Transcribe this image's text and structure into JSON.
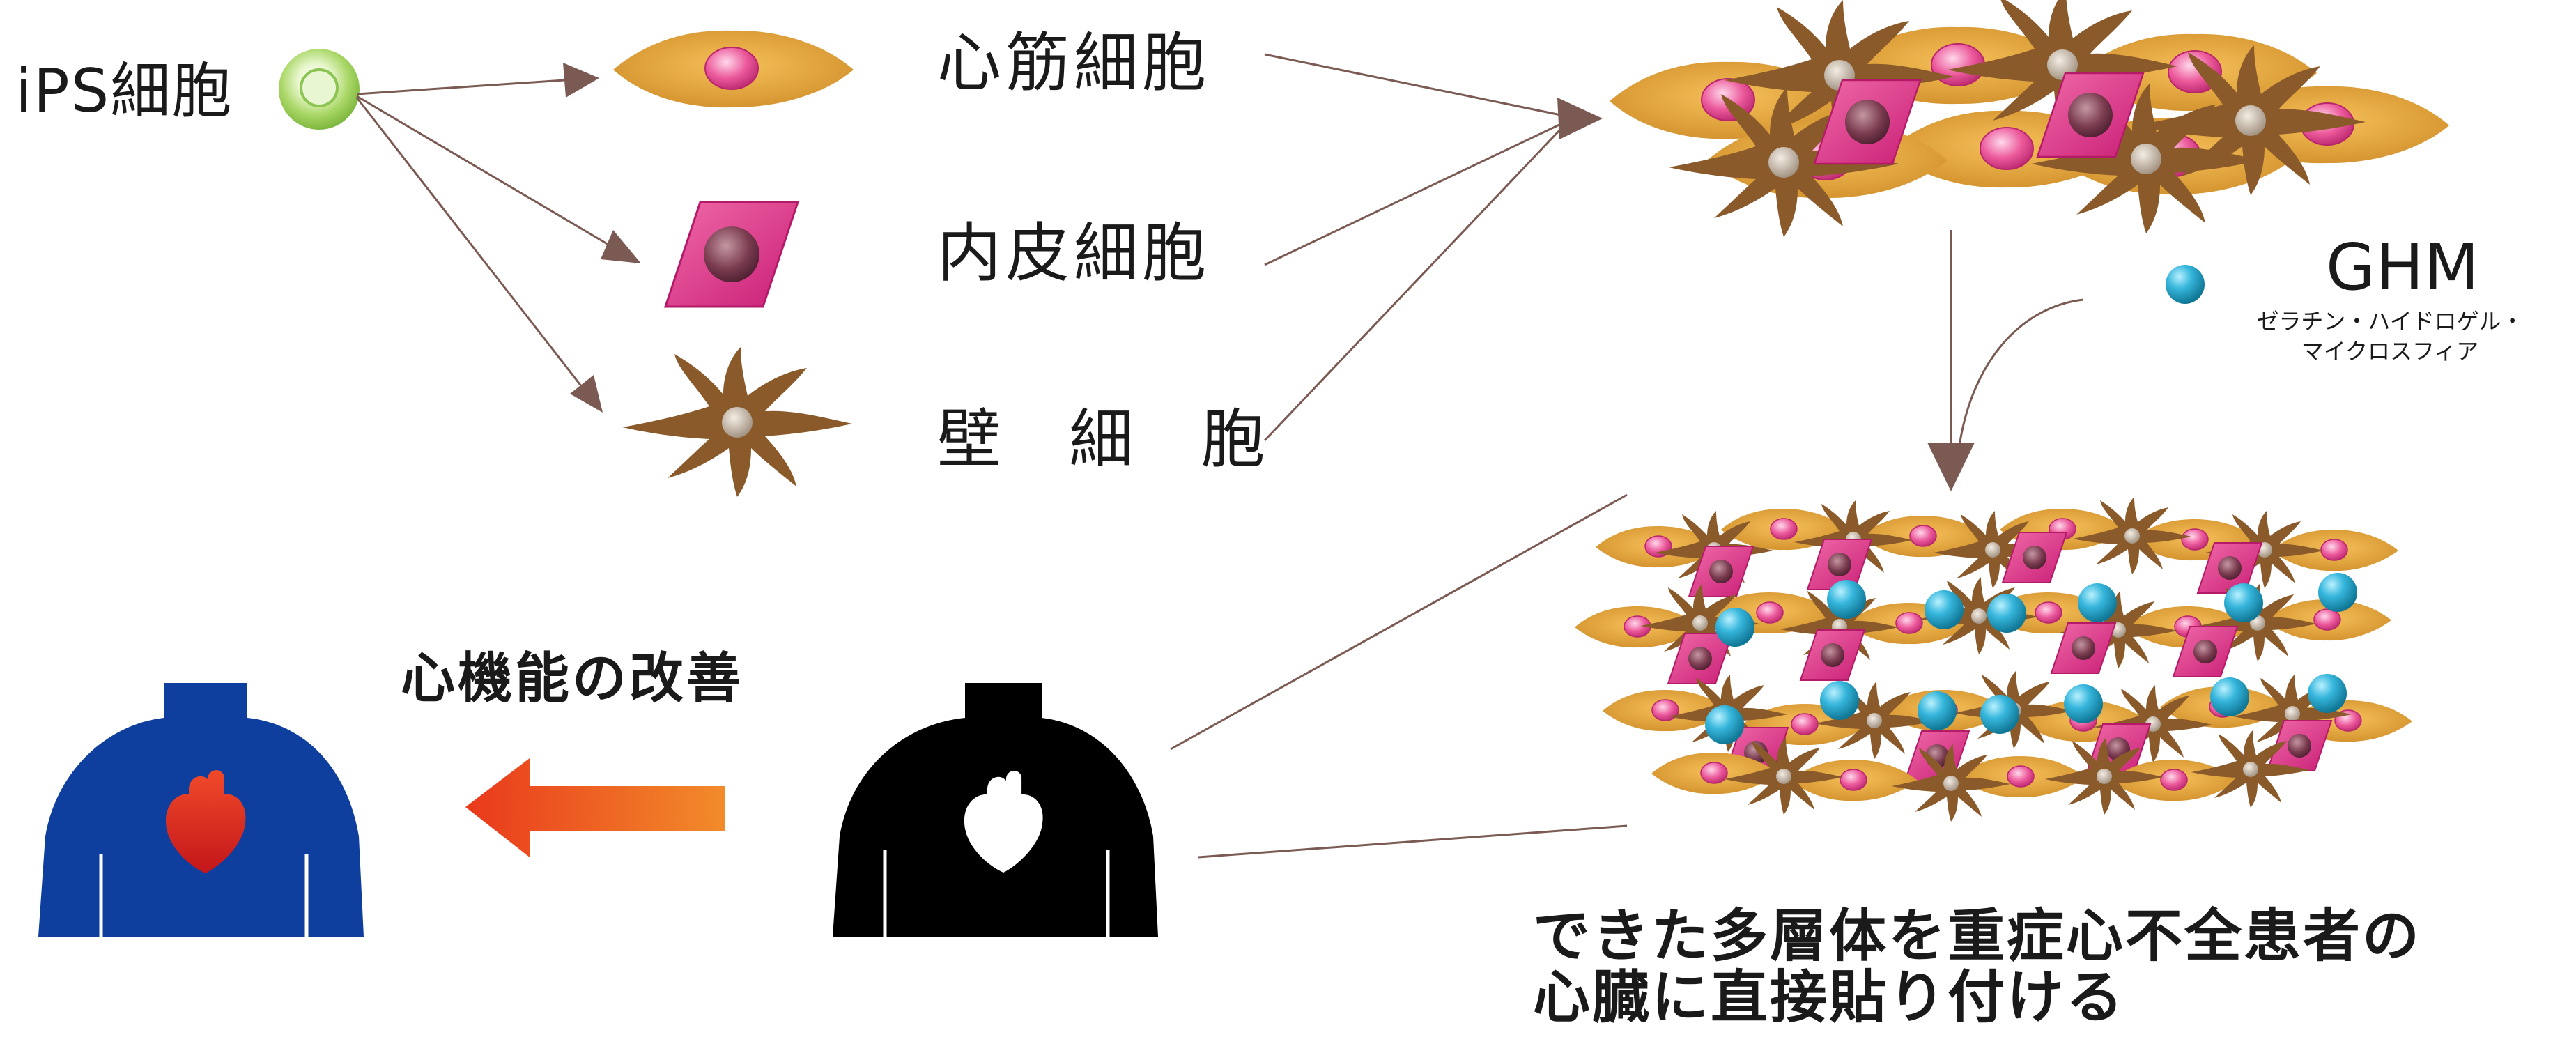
{
  "source": {
    "label": "iPS細胞"
  },
  "cell_types": [
    {
      "label": "心筋細胞"
    },
    {
      "label": "内皮細胞"
    },
    {
      "label": "壁 細 胞"
    }
  ],
  "ghm": {
    "label": "GHM",
    "description_line1": "ゼラチン・ハイドロゲル・",
    "description_line2": "マイクロスフィア"
  },
  "outcome": {
    "label": "心機能の改善"
  },
  "caption": {
    "line1": "できた多層体を重症心不全患者の",
    "line2": "心臓に直接貼り付ける"
  },
  "colors": {
    "cardiomyocyte": "#e3a53b",
    "endothelial": "#e0428f",
    "mural": "#8a5a2b",
    "nucleus_pink": "#e8428f",
    "microsphere": "#2aa7c9",
    "ips_cell": "#a5d66a",
    "arrow_line": "#7a5a52",
    "patient_improved": "#0e3f9e",
    "patient_before": "#000000",
    "heart": "#d9221f",
    "improve_arrow": "#e9501f"
  }
}
